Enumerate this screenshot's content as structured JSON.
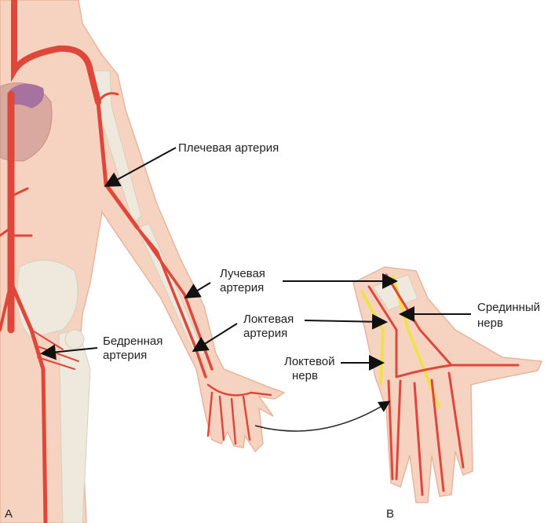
{
  "labels": {
    "brachial": "Плечевая артерия",
    "radial_1": "Лучевая",
    "radial_2": "артерия",
    "ulnar_1": "Локтевая",
    "ulnar_2": "артерия",
    "femoral_1": "Бедренная",
    "femoral_2": "артерия",
    "median_1": "Срединный",
    "median_2": "нерв",
    "ulnar_nerve_1": "Локтевой",
    "ulnar_nerve_2": "нерв"
  },
  "panels": {
    "a": "A",
    "b": "B"
  },
  "colors": {
    "skin": "#f6d3c0",
    "skin_edge": "#e8b59c",
    "artery": "#e0473b",
    "artery_dark": "#b8281f",
    "bone": "#eee9dc",
    "nerve": "#f1e04d",
    "heart": "#d9a9a0",
    "vein_purple": "#a872a0"
  }
}
